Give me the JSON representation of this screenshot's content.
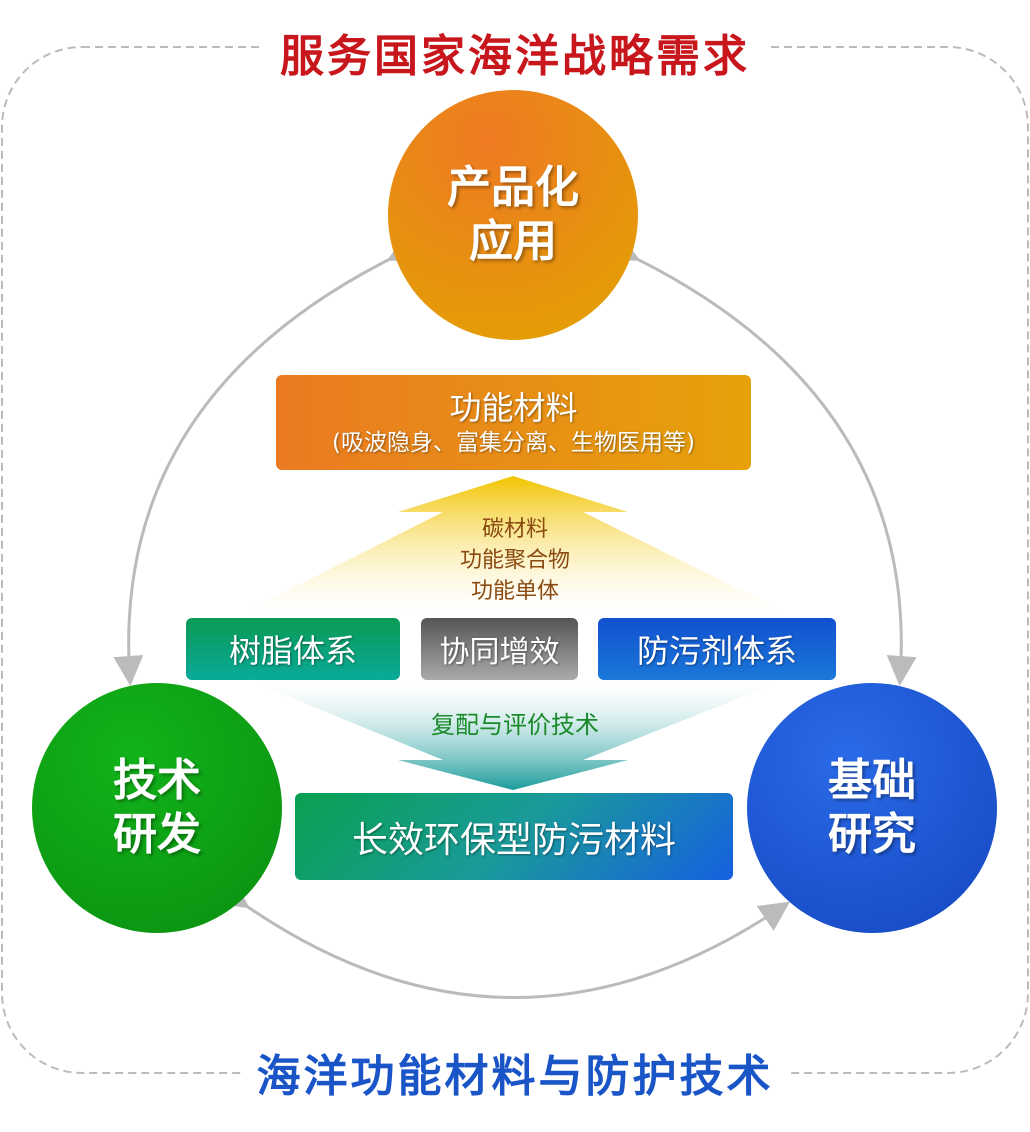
{
  "top_title": "服务国家海洋战略需求",
  "bottom_title": "海洋功能材料与防护技术",
  "circles": {
    "top": "产品化\n应用",
    "left": "技术\n研发",
    "right": "基础\n研究"
  },
  "functional_box": {
    "title": "功能材料",
    "subtitle": "(吸波隐身、富集分离、生物医用等)"
  },
  "up_arrow_lines": [
    "碳材料",
    "功能聚合物",
    "功能单体"
  ],
  "middle_boxes": [
    "树脂体系",
    "协同增效",
    "防污剂体系"
  ],
  "down_arrow_label": "复配与评价技术",
  "bottom_box": "长效环保型防污材料",
  "colors": {
    "red": "#c8161d",
    "blue": "#1a55c8",
    "arc": "#bbbbbb"
  }
}
